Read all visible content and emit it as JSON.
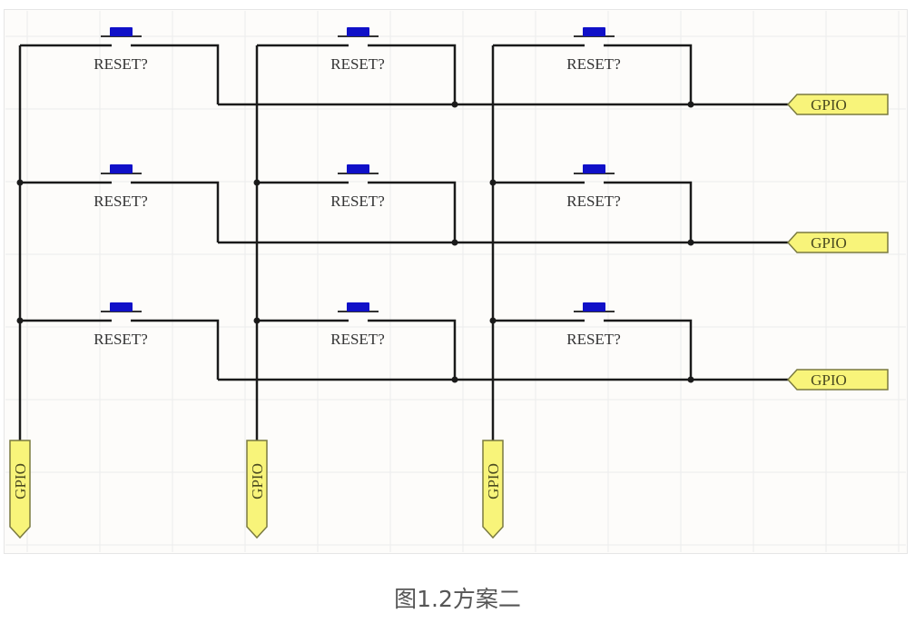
{
  "diagram": {
    "switch_label": "RESET?",
    "port_label": "GPIO",
    "rows": 3,
    "columns": 3,
    "colors": {
      "wire": "#1a1a1a",
      "switch": "#1010c8",
      "port_fill": "#f8f47a",
      "port_stroke": "#7a7a40",
      "grid": "#ececec"
    }
  },
  "caption": "图1.2方案二"
}
